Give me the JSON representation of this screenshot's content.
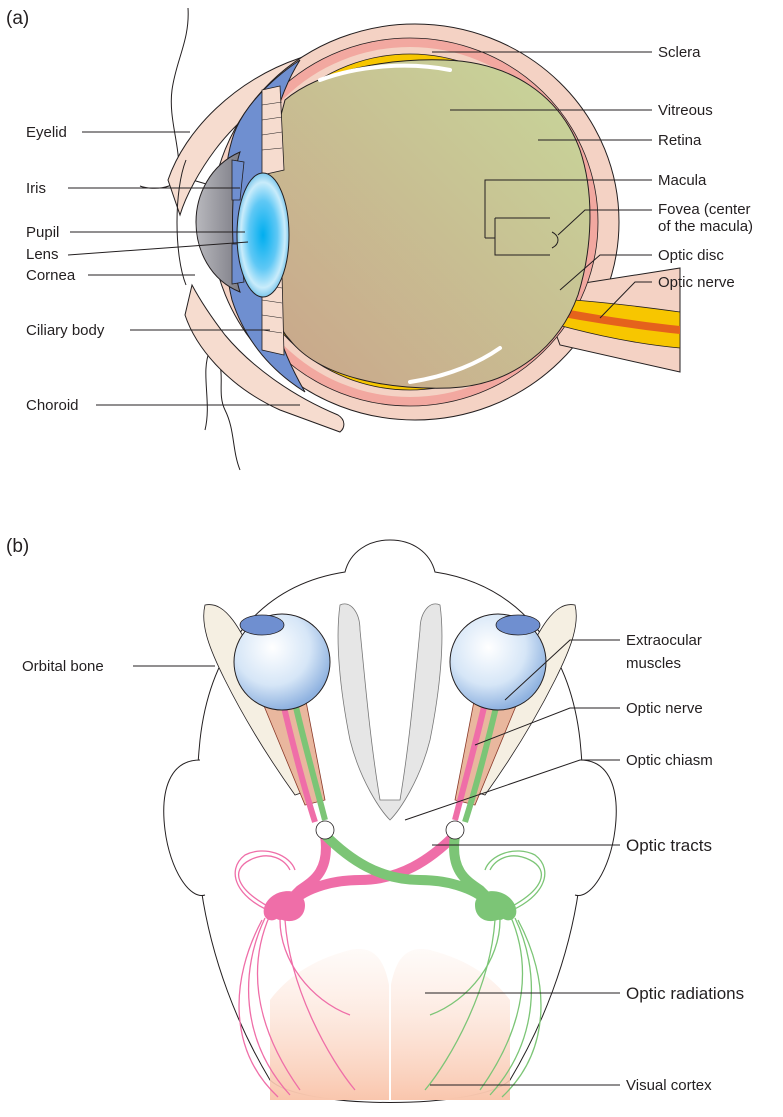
{
  "panels": {
    "a": {
      "tag": "(a)"
    },
    "b": {
      "tag": "(b)"
    }
  },
  "eye_labels": {
    "sclera": "Sclera",
    "vitreous": "Vitreous",
    "retina": "Retina",
    "macula": "Macula",
    "fovea_line1": "Fovea (center",
    "fovea_line2": "of the macula)",
    "optic_disc": "Optic disc",
    "optic_nerve": "Optic nerve",
    "eyelid": "Eyelid",
    "iris": "Iris",
    "pupil": "Pupil",
    "lens": "Lens",
    "cornea": "Cornea",
    "ciliary_body": "Ciliary body",
    "choroid": "Choroid"
  },
  "pathway_labels": {
    "orbital_bone": "Orbital bone",
    "extraocular_line1": "Extraocular",
    "extraocular_line2": "muscles",
    "optic_nerve": "Optic nerve",
    "optic_chiasm": "Optic chiasm",
    "optic_tracts": "Optic tracts",
    "optic_radiations": "Optic radiations",
    "visual_cortex": "Visual cortex"
  },
  "colors": {
    "sclera": "#f4d2c4",
    "vitreous_light": "#c8d79a",
    "vitreous_dark": "#c9a98a",
    "retina": "#f2a8a0",
    "choroid_yellow": "#f7c600",
    "iris_blue": "#6f8fd0",
    "lens_blue": "#29b6f6",
    "optic_nerve_orange": "#f39c12",
    "pathway_pink": "#ef6ea8",
    "pathway_green": "#7cc576",
    "cortex_peach": "#f9cdb7"
  }
}
